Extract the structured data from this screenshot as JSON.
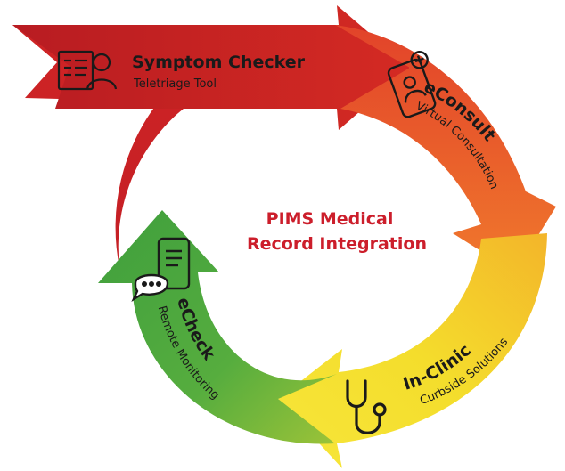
{
  "center": {
    "line1": "PIMS Medical",
    "line2": "Record Integration",
    "color": "#cc1e2b"
  },
  "stages": [
    {
      "key": "symptom-checker",
      "title": "Symptom Checker",
      "subtitle": "Teletriage Tool",
      "color": "#c91f26",
      "icon": "clipboard-person-icon"
    },
    {
      "key": "econsult",
      "title": "eConsult",
      "subtitle": "Virtual Consultation",
      "color": "#e4532a",
      "icon": "phone-video-doctor-icon"
    },
    {
      "key": "in-clinic",
      "title": "In-Clinic",
      "subtitle": "Curbside Solutions",
      "color": "#f2d22a",
      "icon": "stethoscope-icon"
    },
    {
      "key": "echeck",
      "title": "eCheck",
      "subtitle": "Remote Monitoring",
      "color": "#4aa93f",
      "icon": "phone-chat-icon"
    }
  ],
  "colors": {
    "red": "#c91f26",
    "orange": "#e4532a",
    "orange_light": "#ee7a2c",
    "yellow": "#f2d22a",
    "green": "#4aa93f",
    "green_light": "#6dbb3d",
    "ink": "#1a1a1a"
  }
}
